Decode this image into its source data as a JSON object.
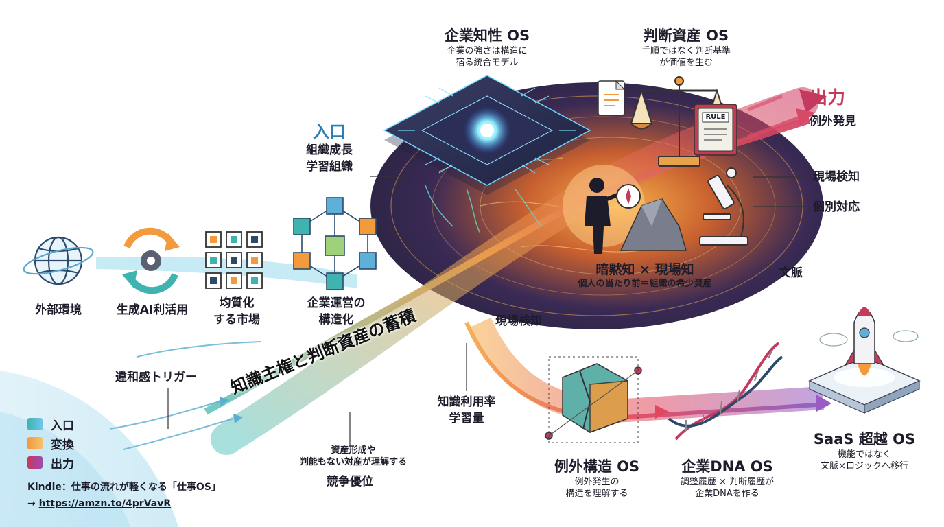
{
  "colors": {
    "input": "#3fb3b0",
    "transform": "#f29a3c",
    "output": "#c43a5e",
    "core": "#3a2a55"
  },
  "os_nodes": {
    "corporate_intelligence": {
      "title": "企業知性 OS",
      "lines": [
        "企業の強さは構造に",
        "宿る統合モデル"
      ]
    },
    "judgment_assets": {
      "title": "判断資産 OS",
      "lines": [
        "手順ではなく判断基準",
        "が価値を生む"
      ]
    },
    "exception_structure": {
      "title": "例外構造 OS",
      "lines": [
        "例外発生の",
        "構造を理解する"
      ]
    },
    "corporate_dna": {
      "title": "企業DNA OS",
      "lines": [
        "調整履歴 × 判断履歴が",
        "企業DNAを作る"
      ]
    },
    "beyond_saas": {
      "title": "SaaS 超越 OS",
      "lines": [
        "機能ではなく",
        "文脈×ロジックへ移行"
      ]
    }
  },
  "entrance": {
    "title": "入口",
    "lines": [
      "組織成長",
      "学習組織"
    ]
  },
  "output": {
    "title": "出力",
    "items": [
      "例外発見",
      "現場検知",
      "個別対応",
      "文脈"
    ]
  },
  "tacit": {
    "title": "暗黙知 × 現場知",
    "subtitle": "個人の当たり前＝組織の希少資産"
  },
  "flow_steps": [
    {
      "label": "外部環境",
      "icon": "globe-icon"
    },
    {
      "label": "生成AI利活用",
      "icon": "cycle-gear-icon"
    },
    {
      "label": "均質化\nする市場",
      "icon": "grid-icon"
    },
    {
      "label": "企業運営の\n構造化",
      "icon": "cube-network-icon"
    }
  ],
  "annotations": {
    "site_detection": "現場検知",
    "knowledge_usage": "知識利用率\n学習量",
    "discomfort_trigger": "違和感トリガー",
    "asset_formation": "資産形成や\n判能もない対産が理解する",
    "competitive_advantage": "競争優位"
  },
  "banner": "知識主権と判断資産の蓄積",
  "rule_label": "RULE",
  "legend": [
    {
      "label": "入口",
      "color": "#3fb3b0"
    },
    {
      "label": "変換",
      "color": "#f29a3c"
    },
    {
      "label": "出力",
      "color": "#c43a5e"
    }
  ],
  "kindle": {
    "text": "Kindle：仕事の流れが軽くなる「仕事OS」",
    "link": "https://amzn.to/4prVavR",
    "arrow": "→"
  }
}
